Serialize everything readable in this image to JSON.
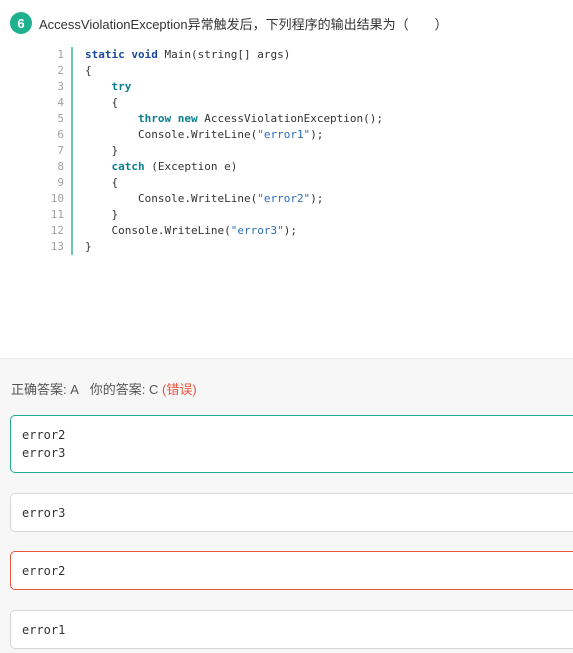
{
  "question": {
    "number": "6",
    "title": "AccessViolationException异常触发后，下列程序的输出结果为（　　）"
  },
  "code": {
    "line_numbers": [
      "1",
      "2",
      "3",
      "4",
      "5",
      "6",
      "7",
      "8",
      "9",
      "10",
      "11",
      "12",
      "13"
    ],
    "l1": {
      "kw1": "static",
      "kw2": "void",
      "rest": " Main(string[] args)"
    },
    "l2": "{",
    "l3": {
      "kw": "try"
    },
    "l4": "{",
    "l5": {
      "kw1": "throw",
      "kw2": "new",
      "rest": " AccessViolationException();"
    },
    "l6": {
      "pre": "Console.WriteLine(",
      "str": "\"error1\"",
      "post": ");"
    },
    "l7": "}",
    "l8": {
      "kw": "catch",
      "rest": " (Exception e)"
    },
    "l9": "{",
    "l10": {
      "pre": "Console.WriteLine(",
      "str": "\"error2\"",
      "post": ");"
    },
    "l11": "}",
    "l12": {
      "pre": "Console.WriteLine(",
      "str": "\"error3\"",
      "post": ");"
    },
    "l13": "}"
  },
  "answer": {
    "correct_label": "正确答案: ",
    "correct_value": "A",
    "yours_label": "你的答案: ",
    "yours_value": "C",
    "status": "(错误)"
  },
  "options": [
    {
      "lines": [
        "error2",
        "error3"
      ],
      "state": "correct"
    },
    {
      "lines": [
        "error3"
      ],
      "state": "normal"
    },
    {
      "lines": [
        "error2"
      ],
      "state": "wrong"
    },
    {
      "lines": [
        "error1"
      ],
      "state": "normal"
    }
  ],
  "colors": {
    "accent_green": "#1fb08d",
    "error_red": "#e8563f",
    "keyword_blue": "#1a4a9c",
    "string_blue": "#2d6db5"
  }
}
